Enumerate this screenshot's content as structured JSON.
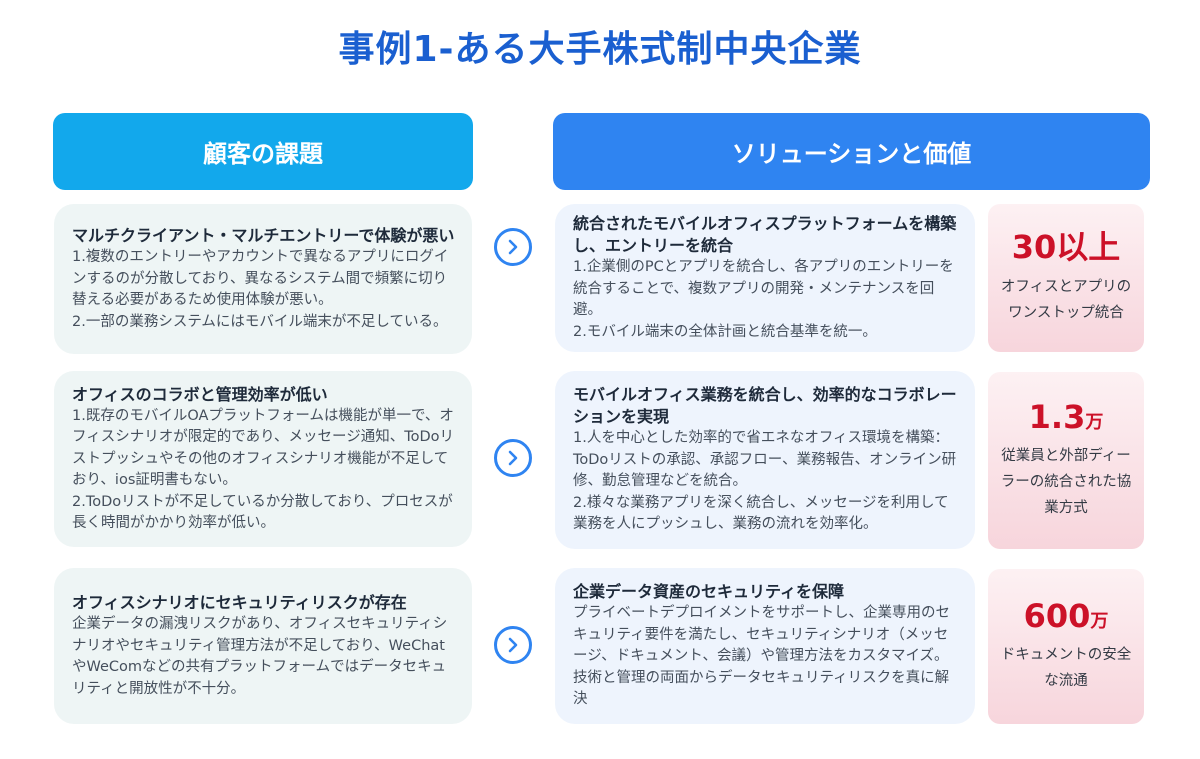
{
  "page_title": "事例1-ある大手株式制中央企業",
  "headers": {
    "left": "顧客の課題",
    "right": "ソリューションと価値"
  },
  "rows": [
    {
      "challenge": {
        "title": "マルチクライアント・マルチエントリーで体験が悪い",
        "lines": [
          "1.複数のエントリーやアカウントで異なるアプリにログインするのが分散しており、異なるシステム間で頻繁に切り替える必要があるため使用体験が悪い。",
          "2.一部の業務システムにはモバイル端末が不足している。"
        ]
      },
      "solution": {
        "title": "統合されたモバイルオフィスプラットフォームを構築し、エントリーを統合",
        "lines": [
          "1.企業側のPCとアプリを統合し、各アプリのエントリーを統合することで、複数アプリの開発・メンテナンスを回避。",
          "2.モバイル端末の全体計画と統合基準を統一。"
        ]
      },
      "stat": {
        "number": "30以上",
        "unit": "",
        "desc": "オフィスとアプリのワンストップ統合"
      }
    },
    {
      "challenge": {
        "title": "オフィスのコラボと管理効率が低い",
        "lines": [
          "1.既存のモバイルOAプラットフォームは機能が単一で、オフィスシナリオが限定的であり、メッセージ通知、ToDoリストプッシュやその他のオフィスシナリオ機能が不足しており、ios証明書もない。",
          "2.ToDoリストが不足しているか分散しており、プロセスが長く時間がかかり効率が低い。"
        ]
      },
      "solution": {
        "title": "モバイルオフィス業務を統合し、効率的なコラボレーションを実現",
        "lines": [
          "1.人を中心とした効率的で省エネなオフィス環境を構築：ToDoリストの承認、承認フロー、業務報告、オンライン研修、勤怠管理などを統合。",
          "2.様々な業務アプリを深く統合し、メッセージを利用して業務を人にプッシュし、業務の流れを効率化。"
        ]
      },
      "stat": {
        "number": "1.3",
        "unit": "万",
        "desc": "従業員と外部ディーラーの統合された協業方式"
      }
    },
    {
      "challenge": {
        "title": "オフィスシナリオにセキュリティリスクが存在",
        "lines": [
          "企業データの漏洩リスクがあり、オフィスセキュリティシナリオやセキュリティ管理方法が不足しており、WeChatやWeComなどの共有プラットフォームではデータセキュリティと開放性が不十分。"
        ]
      },
      "solution": {
        "title": "企業データ資産のセキュリティを保障",
        "lines": [
          "プライベートデプロイメントをサポートし、企業専用のセキュリティ要件を満たし、セキュリティシナリオ（メッセージ、ドキュメント、会議）や管理方法をカスタマイズ。技術と管理の両面からデータセキュリティリスクを真に解決"
        ]
      },
      "stat": {
        "number": "600",
        "unit": "万",
        "desc": "ドキュメントの安全な流通"
      }
    }
  ],
  "colors": {
    "title": "#1a5fd0",
    "header_left": "#12a8ec",
    "header_right": "#2f84f1",
    "stat_number": "#cc1128"
  },
  "icons": {
    "arrow": "chevron-right-circle-icon"
  }
}
